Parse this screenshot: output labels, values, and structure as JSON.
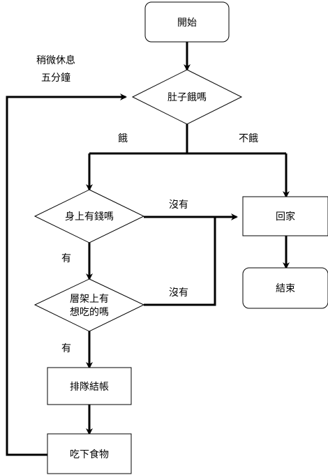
{
  "nodes": {
    "start": "開始",
    "hungry": "肚子餓嗎",
    "money": "身上有錢嗎",
    "shelf_line1": "層架上有",
    "shelf_line2": "想吃的嗎",
    "checkout": "排隊結帳",
    "eat": "吃下食物",
    "home": "回家",
    "end": "結束"
  },
  "edges": {
    "hungry_yes": "餓",
    "hungry_no": "不餓",
    "money_no": "沒有",
    "money_yes": "有",
    "shelf_no": "沒有",
    "shelf_yes": "有",
    "rest_line1": "稍微休息",
    "rest_line2": "五分鐘"
  }
}
